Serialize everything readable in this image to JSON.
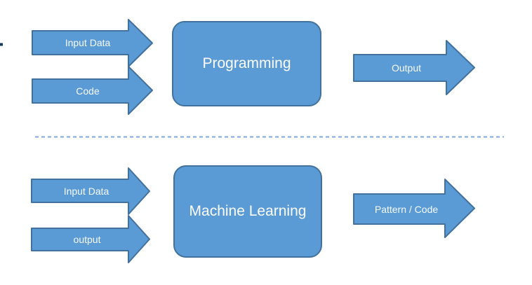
{
  "diagram": {
    "title": "Programming vs Machine Learning flow diagram",
    "top_row": {
      "input_arrow_1": "Input Data",
      "input_arrow_2": "Code",
      "process_box": "Programming",
      "output_arrow": "Output"
    },
    "bottom_row": {
      "input_arrow_1": "Input Data",
      "input_arrow_2": "output",
      "process_box": "Machine Learning",
      "output_arrow": "Pattern / Code"
    },
    "colors": {
      "shape_fill": "#5B9BD5",
      "shape_border": "#41719C",
      "divider_dash": "#7FA8DC",
      "label_text": "#FFFFFF",
      "edge_mark": "#17375E"
    }
  }
}
